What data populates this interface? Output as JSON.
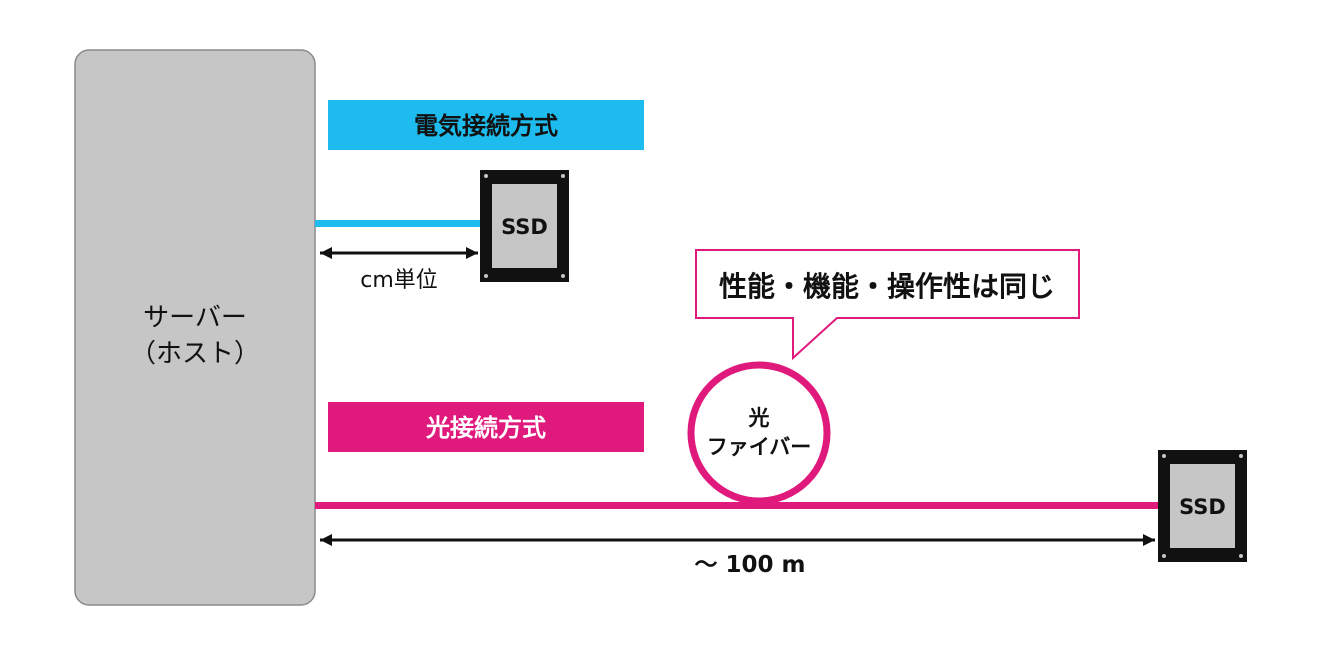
{
  "server": {
    "label_line1": "サーバー",
    "label_line2": "（ホスト）"
  },
  "electrical": {
    "title": "電気接続方式",
    "distance_label": "cm単位",
    "ssd_label": "SSD"
  },
  "optical": {
    "title": "光接続方式",
    "fiber_label_line1": "光",
    "fiber_label_line2": "ファイバー",
    "distance_label": "～ 100 m",
    "ssd_label": "SSD"
  },
  "callout": {
    "text": "性能・機能・操作性は同じ"
  },
  "colors": {
    "electrical": "#1ebcee",
    "optical": "#e0197d",
    "server_fill": "#c6c6c6",
    "server_stroke": "#8a8a8a",
    "ssd_body": "#111111",
    "ssd_face": "#c6c6c6",
    "text": "#111111"
  }
}
